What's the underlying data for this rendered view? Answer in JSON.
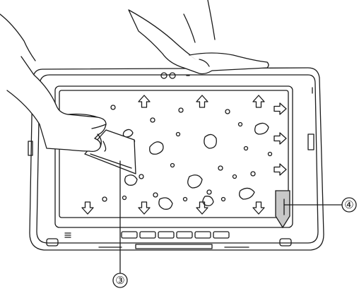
{
  "callouts": [
    {
      "label": "③",
      "target": "screen-protector-film"
    },
    {
      "label": "④",
      "target": "stylus-pen"
    }
  ],
  "icons": [
    "up-arrow-icon",
    "down-arrow-icon",
    "right-arrow-icon",
    "bubble-icon",
    "hand-icon"
  ],
  "colors": {
    "line": "#1a1a1a",
    "background": "#ffffff",
    "pen_fill": "#c8c8c8"
  }
}
